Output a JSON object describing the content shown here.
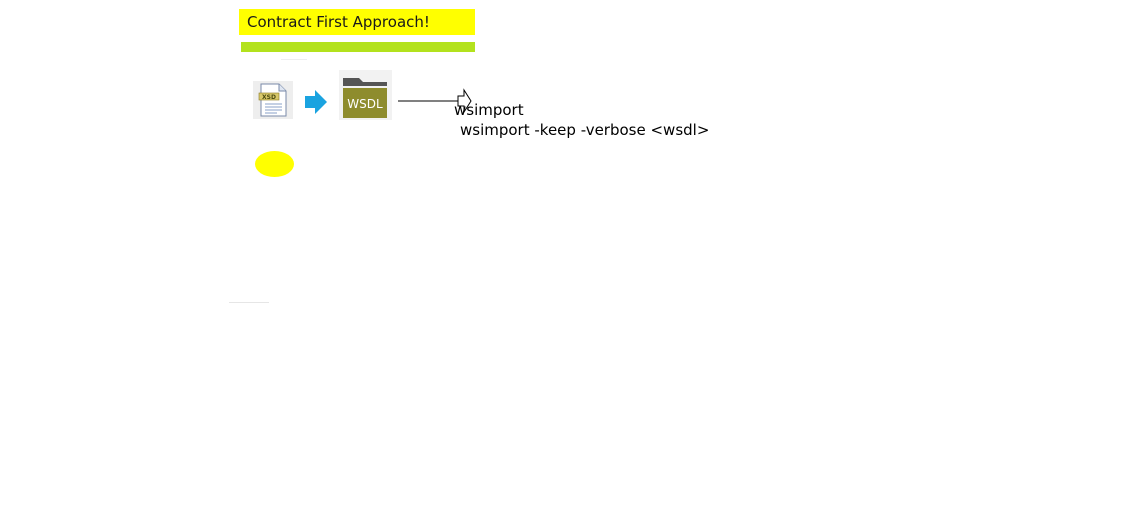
{
  "diagram": {
    "title": "Contract First Approach!",
    "wsdl_icon_label": "WSDL",
    "xsd_icon_label": "XSD",
    "connector_label": "wsimport",
    "command_text": "wsimport -keep -verbose <wsdl>"
  },
  "colors": {
    "title_background": "#ffff00",
    "accent_bar": "#b3e21d",
    "wsdl_folder": "#8e8c2d",
    "arrow_blue": "#1aa3e0",
    "ellipse": "#ffff00"
  },
  "icons": {
    "source": "xsd-file-icon",
    "transform": "arrow-right-icon",
    "target": "wsdl-folder-icon",
    "connector": "hollow-arrow-icon"
  }
}
